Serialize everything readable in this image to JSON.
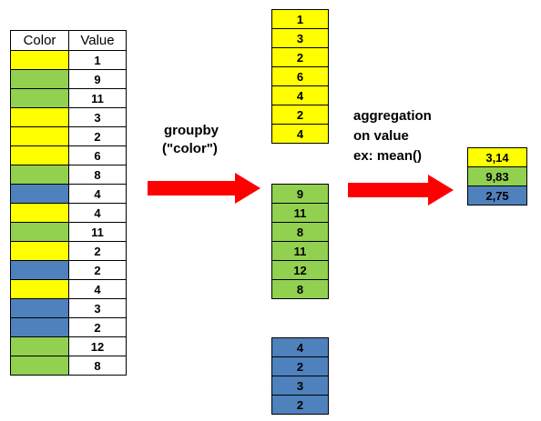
{
  "colors": {
    "yellow": "#ffff00",
    "green": "#92d050",
    "blue": "#4f81bd",
    "arrow": "#ff0000"
  },
  "source_table": {
    "headers": [
      "Color",
      "Value"
    ],
    "rows": [
      {
        "color": "yellow",
        "value": "1"
      },
      {
        "color": "green",
        "value": "9"
      },
      {
        "color": "green",
        "value": "11"
      },
      {
        "color": "yellow",
        "value": "3"
      },
      {
        "color": "yellow",
        "value": "2"
      },
      {
        "color": "yellow",
        "value": "6"
      },
      {
        "color": "green",
        "value": "8"
      },
      {
        "color": "blue",
        "value": "4"
      },
      {
        "color": "yellow",
        "value": "4"
      },
      {
        "color": "green",
        "value": "11"
      },
      {
        "color": "yellow",
        "value": "2"
      },
      {
        "color": "blue",
        "value": "2"
      },
      {
        "color": "yellow",
        "value": "4"
      },
      {
        "color": "blue",
        "value": "3"
      },
      {
        "color": "blue",
        "value": "2"
      },
      {
        "color": "green",
        "value": "12"
      },
      {
        "color": "green",
        "value": "8"
      }
    ]
  },
  "groupby_label": {
    "line1": "groupby",
    "line2": "(\"color\")"
  },
  "groups": [
    {
      "color": "yellow",
      "values": [
        "1",
        "3",
        "2",
        "6",
        "4",
        "2",
        "4"
      ]
    },
    {
      "color": "green",
      "values": [
        "9",
        "11",
        "8",
        "11",
        "12",
        "8"
      ]
    },
    {
      "color": "blue",
      "values": [
        "4",
        "2",
        "3",
        "2"
      ]
    }
  ],
  "aggregation_label": {
    "line1": "aggregation",
    "line2": "on value",
    "line3": "ex: mean()"
  },
  "results": [
    {
      "color": "yellow",
      "value": "3,14"
    },
    {
      "color": "green",
      "value": "9,83"
    },
    {
      "color": "blue",
      "value": "2,75"
    }
  ]
}
